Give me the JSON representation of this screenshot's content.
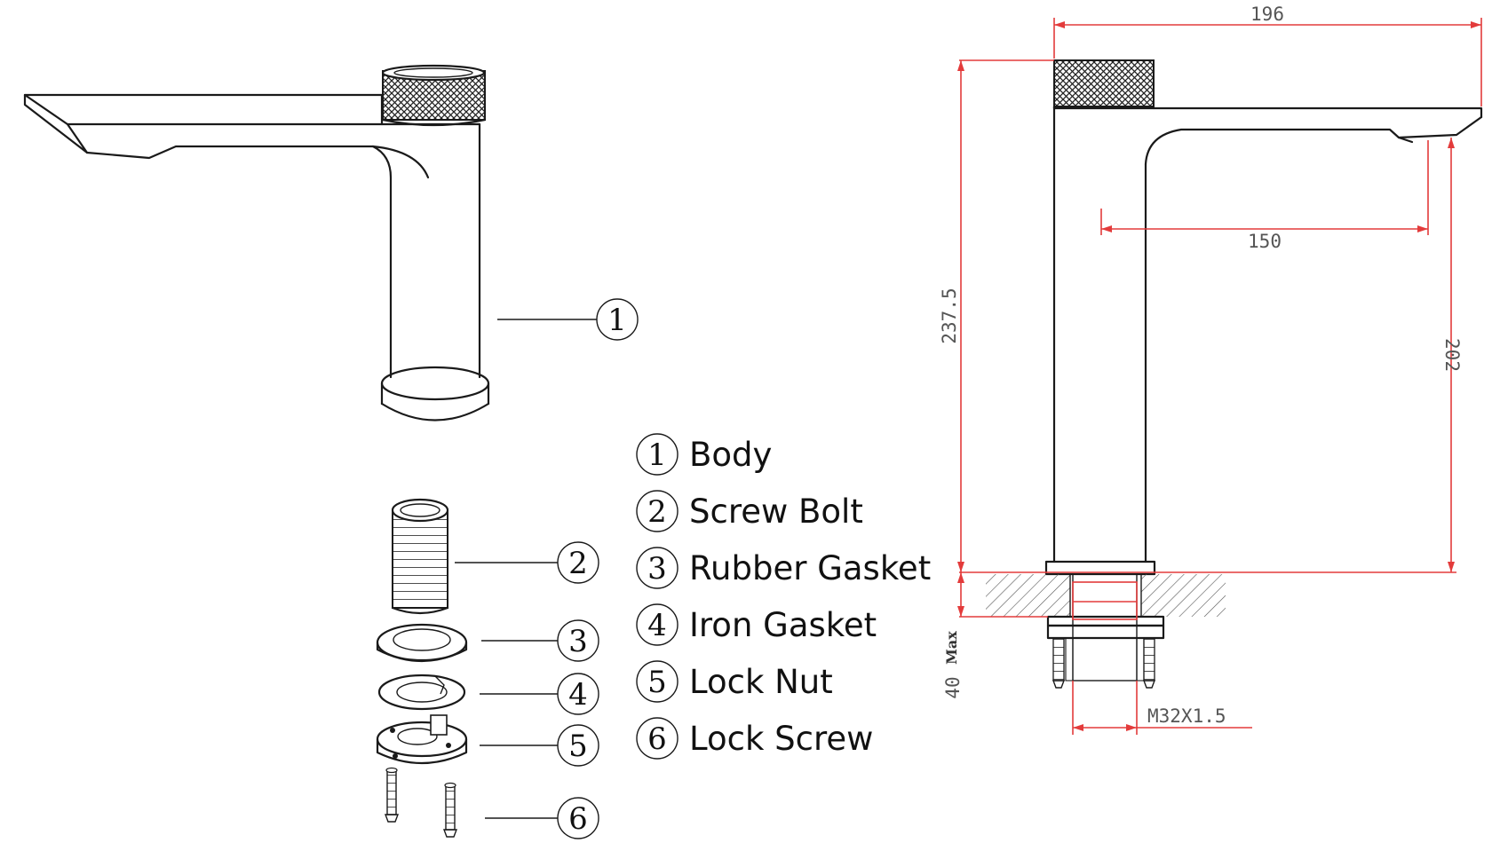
{
  "legend": {
    "items": [
      {
        "num": "1",
        "label": "Body"
      },
      {
        "num": "2",
        "label": "Screw Bolt"
      },
      {
        "num": "3",
        "label": "Rubber Gasket"
      },
      {
        "num": "4",
        "label": "Iron Gasket"
      },
      {
        "num": "5",
        "label": "Lock Nut"
      },
      {
        "num": "6",
        "label": "Lock Screw"
      }
    ]
  },
  "callouts": [
    "1",
    "2",
    "3",
    "4",
    "5",
    "6"
  ],
  "dimensions": {
    "overall_width": "196",
    "spout_reach": "150",
    "overall_height": "237.5",
    "spout_height": "202",
    "max_deck_thickness": "40",
    "max_label": "Max",
    "thread": "M32X1.5"
  },
  "colors": {
    "ink": "#1a1a1a",
    "dimension_line": "#e33b3b",
    "dimension_text": "#555555"
  }
}
